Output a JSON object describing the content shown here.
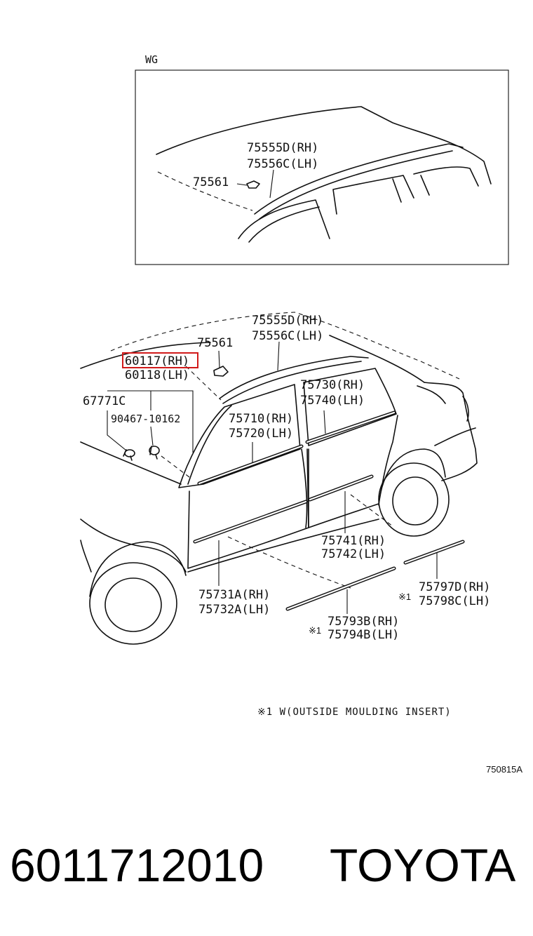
{
  "inset": {
    "variant_label": "WG",
    "labels": {
      "roof_rh": "75555D(RH)",
      "roof_lh": "75556C(LH)",
      "clip": "75561"
    }
  },
  "main": {
    "labels": {
      "roof_rh": "75555D(RH)",
      "roof_lh": "75556C(LH)",
      "clip": "75561",
      "pillar_rh": "60117(RH)",
      "pillar_lh": "60118(LH)",
      "clip_c": "67771C",
      "screw": "90467-10162",
      "rear_belt_rh": "75730(RH)",
      "rear_belt_lh": "75740(LH)",
      "front_belt_rh": "75710(RH)",
      "front_belt_lh": "75720(LH)",
      "rear_door_rh": "75741(RH)",
      "rear_door_lh": "75742(LH)",
      "front_door_rh": "75731A(RH)",
      "front_door_lh": "75732A(LH)",
      "rocker_rear_rh": "75797D(RH)",
      "rocker_rear_lh": "75798C(LH)",
      "rocker_front_rh": "75793B(RH)",
      "rocker_front_lh": "75794B(LH)",
      "mark_a": "※1",
      "mark_b": "※1"
    },
    "note": "※1 W(OUTSIDE MOULDING INSERT)",
    "diagram_code": "750815A",
    "highlight_color": "#d11a1a"
  },
  "footer": {
    "part_number": "6011712010",
    "brand": "TOYOTA"
  }
}
